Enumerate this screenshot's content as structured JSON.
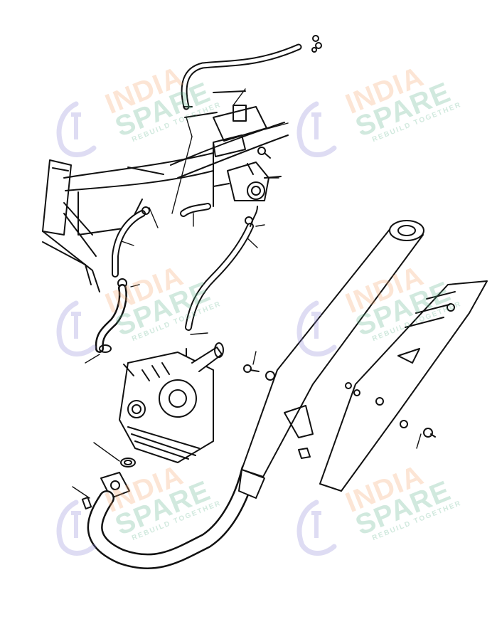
{
  "watermark": {
    "line1": "INDIA",
    "line2": "SPARE",
    "tagline": "REBUILD TOGETHER",
    "colors": {
      "india": "#f5a66b",
      "spare": "#5db38c",
      "tagline": "#5db38c",
      "logo": "#8a86d6"
    }
  },
  "diagram": {
    "stroke_color": "#111111",
    "parts": [
      "frame",
      "fuel-tank-bracket",
      "carburetor",
      "fuel-hose-upper",
      "fuel-hose-lower",
      "breather-hose",
      "clamp",
      "engine",
      "exhaust-gasket",
      "exhaust-pipe",
      "exhaust-flange",
      "silencer",
      "heat-shield",
      "bolt",
      "nut"
    ]
  }
}
